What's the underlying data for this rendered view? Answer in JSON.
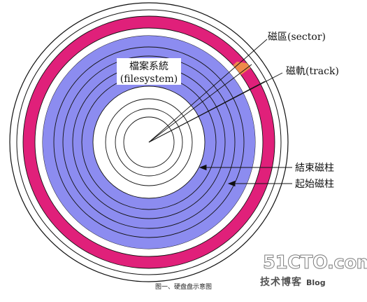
{
  "diagram": {
    "labels": {
      "sector": "磁區(sector)",
      "track": "磁軌(track)",
      "filesystem_line1": "檔案系統",
      "filesystem_line2": "(filesystem)",
      "end_cylinder": "結束磁柱",
      "start_cylinder": "起始磁柱"
    },
    "caption": "图一、硬盘盘示意图",
    "colors": {
      "partition_band": "#e0207a",
      "filesystem_band": "#8c8cf0",
      "sector_highlight": "#ef8a4a",
      "disk_outline": "#111111",
      "background": "#ffffff"
    }
  },
  "watermark": {
    "logo": "51CTO.com",
    "blog_cn": "技术博客",
    "blog_en": "Blog"
  }
}
